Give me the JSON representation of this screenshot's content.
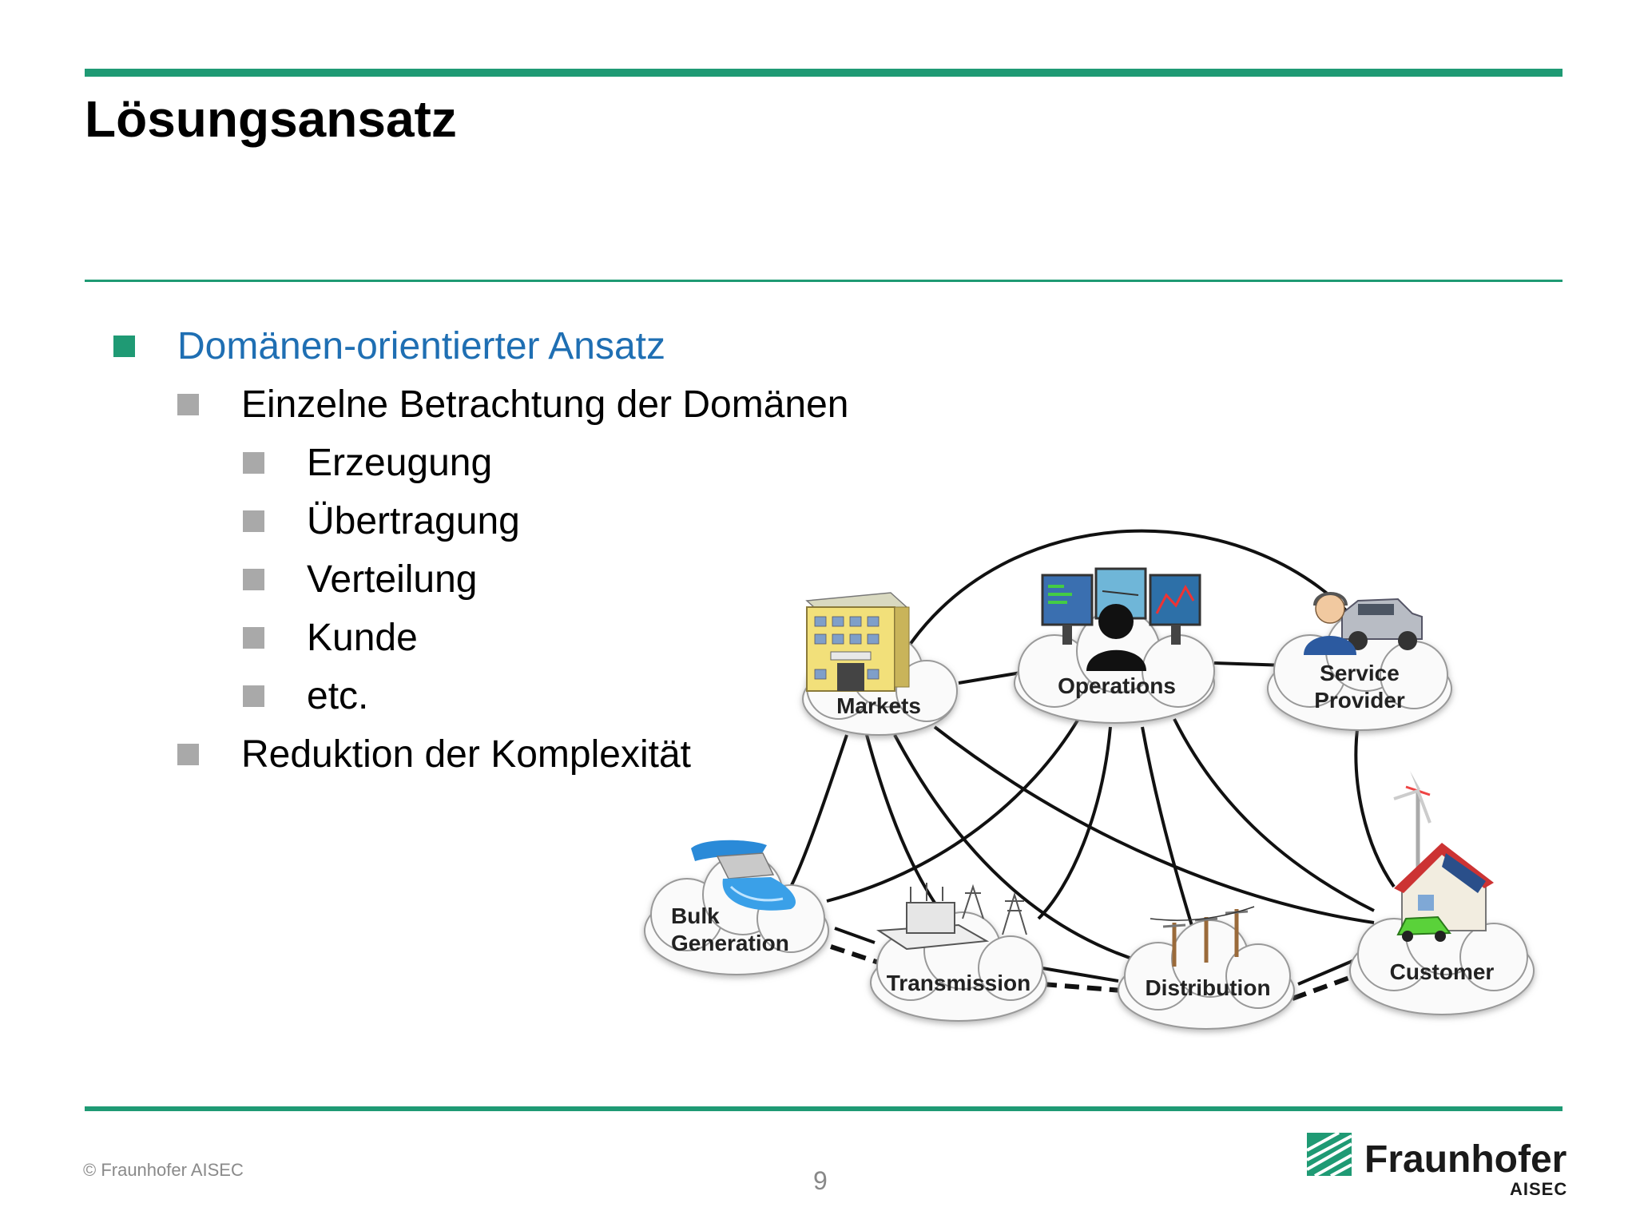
{
  "slide": {
    "title": "Lösungsansatz",
    "bullets": [
      {
        "level": 1,
        "text": "Domänen-orientierter Ansatz"
      },
      {
        "level": 2,
        "text": "Einzelne Betrachtung der Domänen"
      },
      {
        "level": 3,
        "text": "Erzeugung"
      },
      {
        "level": 3,
        "text": "Übertragung"
      },
      {
        "level": 3,
        "text": "Verteilung"
      },
      {
        "level": 3,
        "text": "Kunde"
      },
      {
        "level": 3,
        "text": "etc."
      },
      {
        "level": 2,
        "text": "Reduktion der Komplexität"
      }
    ],
    "page_number": "9",
    "copyright": "© Fraunhofer AISEC"
  },
  "logo": {
    "name": "Fraunhofer",
    "sub": "AISEC"
  },
  "diagram": {
    "nodes": {
      "markets": [
        "Markets"
      ],
      "operations": [
        "Operations"
      ],
      "service_provider": [
        "Service",
        "Provider"
      ],
      "bulk_generation": [
        "Bulk",
        "Generation"
      ],
      "transmission": [
        "Transmission"
      ],
      "distribution": [
        "Distribution"
      ],
      "customer": [
        "Customer"
      ]
    }
  },
  "colors": {
    "accent": "#1f9a74",
    "heading_blue": "#1f6fb3",
    "bullet_gray": "#a9a9a9"
  }
}
